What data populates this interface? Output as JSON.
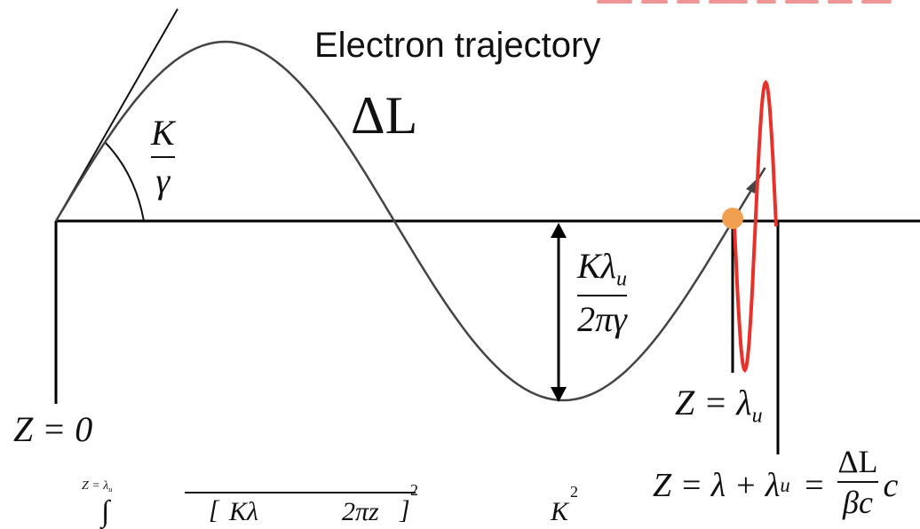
{
  "title": "Electron trajectory",
  "labels": {
    "delta_L": "ΔL",
    "angle_num": "K",
    "angle_den": "γ",
    "amp_num_main": "Kλ",
    "amp_num_sub": "u",
    "amp_den": "2πγ",
    "z0": "Z = 0",
    "z_lu_main": "Z = λ",
    "z_lu_sub": "u",
    "z2_left": "Z = λ + λ",
    "z2_sub": "u",
    "z2_eq": "=",
    "z2_frac_num": "ΔL",
    "z2_frac_den": "βc",
    "z2_tail": "c"
  },
  "bottom_formula": {
    "int_upper": "Z = λ",
    "int_upper_sub": "u",
    "bracket_a": "Kλ",
    "bracket_b": "2πz",
    "power": "2",
    "k_sq": "K",
    "k_sq_power": "2"
  },
  "colors": {
    "axis": "#000000",
    "trajectory": "#444444",
    "radiation": "#e8312a",
    "electron": "#f0a050"
  }
}
